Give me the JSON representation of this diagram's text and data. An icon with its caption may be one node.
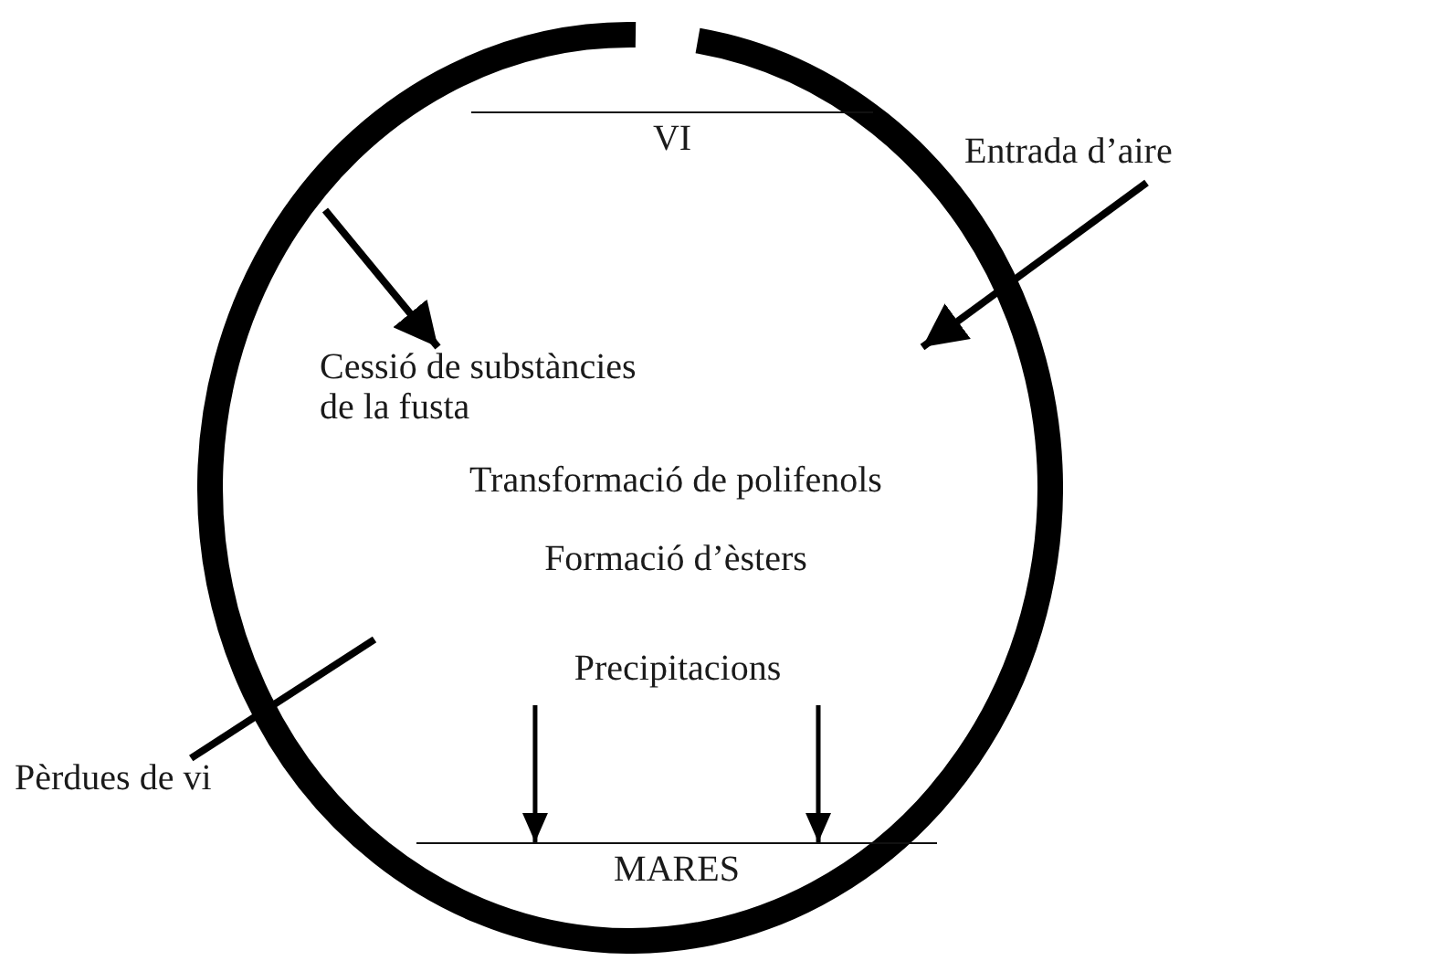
{
  "diagram": {
    "nodes": [
      {
        "text": [],
        "shape": "circle"
      },
      {
        "text": [
          "VI"
        ],
        "in": 0
      },
      {
        "text": [
          "Entrada d’aire"
        ]
      },
      {
        "text": [
          "Cessió de substàncies de la fusta"
        ],
        "in": 0
      },
      {
        "text": [
          "Transformació de polifenols"
        ],
        "in": 0
      },
      {
        "text": [
          "Formació d’èsters"
        ],
        "in": 0
      },
      {
        "text": [
          "Precipitacions"
        ],
        "in": 0
      },
      {
        "text": [
          "Pèrdues de vi"
        ]
      },
      {
        "text": [
          "MARES"
        ],
        "in": 0
      }
    ],
    "edges": [
      {
        "from": null,
        "to": 3,
        "arrow": "to"
      },
      {
        "from": 2,
        "to": null,
        "arrow": "to"
      },
      {
        "from": 7,
        "to": null,
        "arrow": "none"
      },
      {
        "from": 6,
        "to": 8,
        "arrow": "to"
      },
      {
        "from": 6,
        "to": 8,
        "arrow": "to"
      }
    ]
  }
}
